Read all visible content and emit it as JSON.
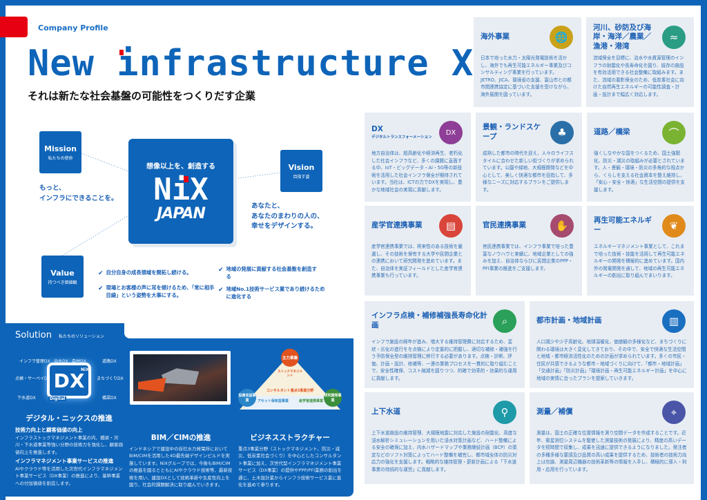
{
  "header": {
    "kicker": "Company Profile",
    "title": "New infrastructure X",
    "subtitle": "それは新たな社会基盤の可能性をつくりだす企業"
  },
  "mission": {
    "en": "Mission",
    "jp": "私たちの使命",
    "text1": "もっと、",
    "text2": "インフラにできることを。"
  },
  "vision": {
    "en": "Vision",
    "jp": "目指す姿",
    "text1": "あなたと、",
    "text2": "あなたのまわりの人の、",
    "text3": "幸せをデザインする。"
  },
  "value": {
    "en": "Value",
    "jp": "持つべき価値観",
    "items": [
      "自分自身の成長領域を開拓し続ける。",
      "現場とお客様の声に耳を傾けるため、「常に相手目線」という姿勢を大事にする。",
      "地域の発展に貢献する社会基盤を創造する",
      "地域No.1技術サービス業であり続けるために進化する"
    ]
  },
  "logo": {
    "tagline": "想像以上を、創造する",
    "name": "NiX",
    "sub": "JAPAN"
  },
  "cards": [
    {
      "title": "海外事業",
      "sub": "",
      "icon": "globe-icon",
      "color": "#c9a21a",
      "body": "日本で培った水力・太陽光発電技術を活かし、海外でも再生可能エネルギー事業及びコンサルティング事業を行っています。JETRO、JICA、環境省の支援、富山市との都市間連携協定に基づいた支援を受けながら、海外展開を図っています。"
    },
    {
      "title": "河川、砂防及び海岸・海洋／農業／漁港・港湾",
      "sub": "",
      "icon": "river-icon",
      "color": "#2a9d84",
      "body": "流域保全を目標に、治水や水資源管理のインフラの耐震化や長寿命化を図り、既存の施設を有効活用できる社会整備に取組みます。また、流域の悪影保全のため、低炭素社会に向けた自然再生エネルギーの可能性調査・計画・設計まで幅広く対応します。"
    },
    {
      "title": "DX",
      "sub": "デジタルトランスフォーメーション",
      "icon": "dx-icon",
      "color": "#8e3e96",
      "body": "地方自治体は、超高齢化や経済再生、老朽化した社会インフラなど、多くの課題に直面する中、IoT・ビッグデータ・AI・5G等の新技術を活用した社会インフラ保全が期待されています。当社は、ICTの力でDXを実現し、豊かな地域社会の実現に貢献します。"
    },
    {
      "title": "景観・ランドスケープ",
      "sub": "",
      "icon": "tree-icon",
      "color": "#2a6fa8",
      "body": "成熟した都市の時代を迎え、人々のライフスタイルに合わせた新しい街づくりが求められています。公園や緑地、大規模開発などを中心として、美しく快適な都市を目指して、多様なニーズに対応するプランをご提供します。"
    },
    {
      "title": "道路／橋梁",
      "sub": "",
      "icon": "bridge-icon",
      "color": "#7ab332",
      "body": "強くしなやかな国をつくるため、国土強靭化、防災・減災の取組みが必要とされています。人・景観・環境・防災の多角的な視点から、くらしを支える社会資本を整え維持し、「安心・安全・快適」な生活空間の提供を支援します。"
    },
    {
      "title": "産学官連携事業",
      "sub": "",
      "icon": "academia-icon",
      "color": "#d9453a",
      "body": "産学官連携事業では、将来性のある技術を厳選し、その技術を保有する大学や民間企業との連携において研究開発を進めています。また、自治体を実証フィールドとした産学官連携事業も行っています。"
    },
    {
      "title": "官民連携事業",
      "sub": "",
      "icon": "handshake-icon",
      "color": "#a64a6e",
      "body": "官民連携事業では、インフラ事業で培った豊富なノウハウと実績に、地域企業としての強みを加え、自治体ならびに民間企業のPPP・PFI事業の推進をご支援します。"
    },
    {
      "title": "再生可能エネルギー",
      "sub": "",
      "icon": "sprout-icon",
      "color": "#e08a1c",
      "body": "エネルギーマネジメント事業として、これまで培った技術・技能を活用して再生可能エネルギーの開発を積極的に進めています。国内外の発電開発を通して、地域の再生可能エネルギーの創出に取り組んでまいります。"
    },
    {
      "title": "インフラ点検・補修補強長寿命化計画",
      "sub": "",
      "icon": "inspection-icon",
      "color": "#2ba05a",
      "body": "インフラ施設の経年が進み、増大する維持管理費に対応するため、変状・劣化の進行をを点検により定量的に把握し、適切な補修・補強を行う予防保全型の維持管理に移行する必要があります。点検・診断、評価、計画・設計、修補等、一連の業務プロセスを一貫的に取り組むことで、安全性確保、コスト縮減を図りつつ、的確で効率的・効果的な運用に貢献します。"
    },
    {
      "title": "都市計画・地域計画",
      "sub": "",
      "icon": "city-icon",
      "color": "#1a6fc0",
      "body": "人口減少や少子高齢化、地球温暖化、価値観の多様化など、まちづくりに関わる環境は大きく変化してきており、その中で、安全で快適な生活空間と地域・都市経済活性化のための計画が求められています。多くの市民・住民が共感できるような都市・地域づくりに向けて、「都市・地域計画」「交通計画」「防災計画」「環境計画・再生可能エネルギー計画」を中心に地域の実情に合ったプランを提案していきます。"
    },
    {
      "title": "上下水道",
      "sub": "",
      "icon": "faucet-icon",
      "color": "#1f9aa8",
      "body": "上下水道施設の維持管理、大規模地震に対応した施設の耐震化、高度な浸水解析シミュレーションを用いた浸水対策計画など、ハード整備による安全の確保に加え、内水ハザードマップや業務継続計画（BCP）の策定などのソフト対策によってハード整備を補完し、都市域全体の防災対応力の強化を支援します。戦略的な維持管理・更新計画による「下水道事業の持続的な運営」に貢献します。"
    },
    {
      "title": "測量／補償",
      "sub": "",
      "icon": "survey-icon",
      "color": "#4a55a8",
      "body": "測量は、国土の正確な位置情報を測り空間データを作成することです。近年、衛星測位システムを駆使した測量技術の発展により、精度の高いデータを短時間で収集し、成果を迅速に提供できるようになりました。発注者の多種多様な要請及び品質の高い成果を提供するため、技術者の技術力向上は勿論、測量周辺機器の技術革新等の情報を入手し、積極的に導入・利用・応用を行っています。"
    }
  ],
  "solution": {
    "title": "Solution",
    "jp": "私たちのソリューション",
    "dx_labels": [
      "インフラ管理DX",
      "治水DX",
      "森林DX",
      "道路DX",
      "点検・サーベイDX",
      "まちづくりDX",
      "下水道DX",
      "橋梁DX"
    ],
    "dx_center": "DX",
    "dx_brand": "NiX",
    "dx_digital": "Digital",
    "dx_heading": "デジタル・ニックスの推進",
    "dx_sub1": "技術力向上と顧客価値の向上",
    "dx_body1": "インフラストックマネジメント事業の内、橋梁・河川・下水道事業等強い分野の技術力を強化し、顧客価値向上を推進します。",
    "dx_sub2": "インフラマネジメント事業サービスの推進",
    "dx_body2": "AIやクラウド等を活用した次世代インフラマネジメント事業サービス（DX事業）の推進により、基幹事業への付加価値を創造します。",
    "bim_heading": "BIM／CIMの推進",
    "bim_body": "インドネシアで建設中の自社水力発電所においてBIM/CIMを活用した4D最先端デザインビルドを実施しています。NiXグループでは、今後もBIM/CIMの推進を図るとともにAIやクラウド技術等、最新技術を用い、建設DXとして技術革新や生産性向上を図り、社会的課題解決に取り組んでいきます。",
    "biz_heading": "ビジネスストラクチャー",
    "biz_body": "重点3事業分野（ストックマネジメント、防災・減災、低炭素社会づくり）を中心としたコンサルタント事業に加え、次世代型インフラマネジメント事業サービス（DX事業）の提供やPPP/PFI業務の創出を通じ、土木設計業からインフラ技術サービス業に進化を進めて参ります。",
    "pyramid": {
      "top": "主力事業",
      "left": "投資収益事業",
      "right": "研究開発事業",
      "core": "コンサルタント重点3事業分野",
      "stock": "ストックマネジメント",
      "bottom_left": "アセット保有型事業",
      "bottom_right": "産学官連携事業"
    }
  }
}
